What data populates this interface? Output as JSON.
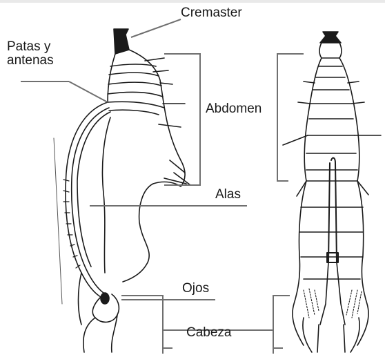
{
  "labels": {
    "cremaster": "Cremaster",
    "patas_antenas": "Patas y\nantenas",
    "abdomen": "Abdomen",
    "alas": "Alas",
    "ojos": "Ojos",
    "cabeza": "Cabeza"
  },
  "colors": {
    "ink": "#1a1a1a",
    "leader": "#6f6f6f",
    "background": "#ffffff"
  }
}
